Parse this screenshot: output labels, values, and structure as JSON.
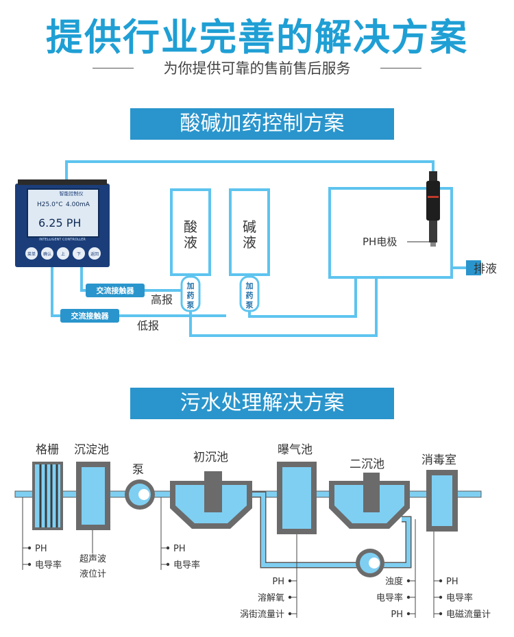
{
  "header": {
    "title": "提供行业完善的解决方案",
    "subtitle": "为你提供可靠的售前售后服务"
  },
  "section1": {
    "banner": "酸碱加药控制方案",
    "controller": {
      "brand": "智能控制仪",
      "temp": "H25.0°C",
      "current": "4.00mA",
      "reading": "6.25 PH",
      "panel_label": "INTELLIGENT CONTROLLER",
      "buttons": [
        "菜单",
        "确认",
        "上",
        "下",
        "返回"
      ]
    },
    "acid_tank": "酸液",
    "base_tank": "碱液",
    "pump_label_1": "加药泵",
    "pump_label_2": "加药泵",
    "electrode_label": "PH电极",
    "drain_label": "排液",
    "contactor_1": "交流接触器",
    "contactor_2": "交流接触器",
    "high_alarm": "高报",
    "low_alarm": "低报"
  },
  "section2": {
    "banner": "污水处理解决方案",
    "stages": {
      "grille": "格栅",
      "settling": "沉淀池",
      "pump": "泵",
      "primary": "初沉池",
      "aeration": "曝气池",
      "secondary": "二沉池",
      "disinfection": "消毒室"
    },
    "sensors": {
      "grille": [
        "PH",
        "电导率"
      ],
      "settling": [
        "超声波",
        "液位计"
      ],
      "primary": [
        "PH",
        "电导率"
      ],
      "aeration": [
        "PH",
        "溶解氧",
        "涡街流量计"
      ],
      "secondary": [
        "浊度",
        "电导率",
        "PH"
      ],
      "disinfection": [
        "PH",
        "电导率",
        "电磁流量计"
      ]
    }
  },
  "colors": {
    "accent": "#2a95cc",
    "pipe": "#5ec4ef",
    "title": "#1f9fd4",
    "controller": "#1b3e7a",
    "grey": "#6b6b6b"
  }
}
